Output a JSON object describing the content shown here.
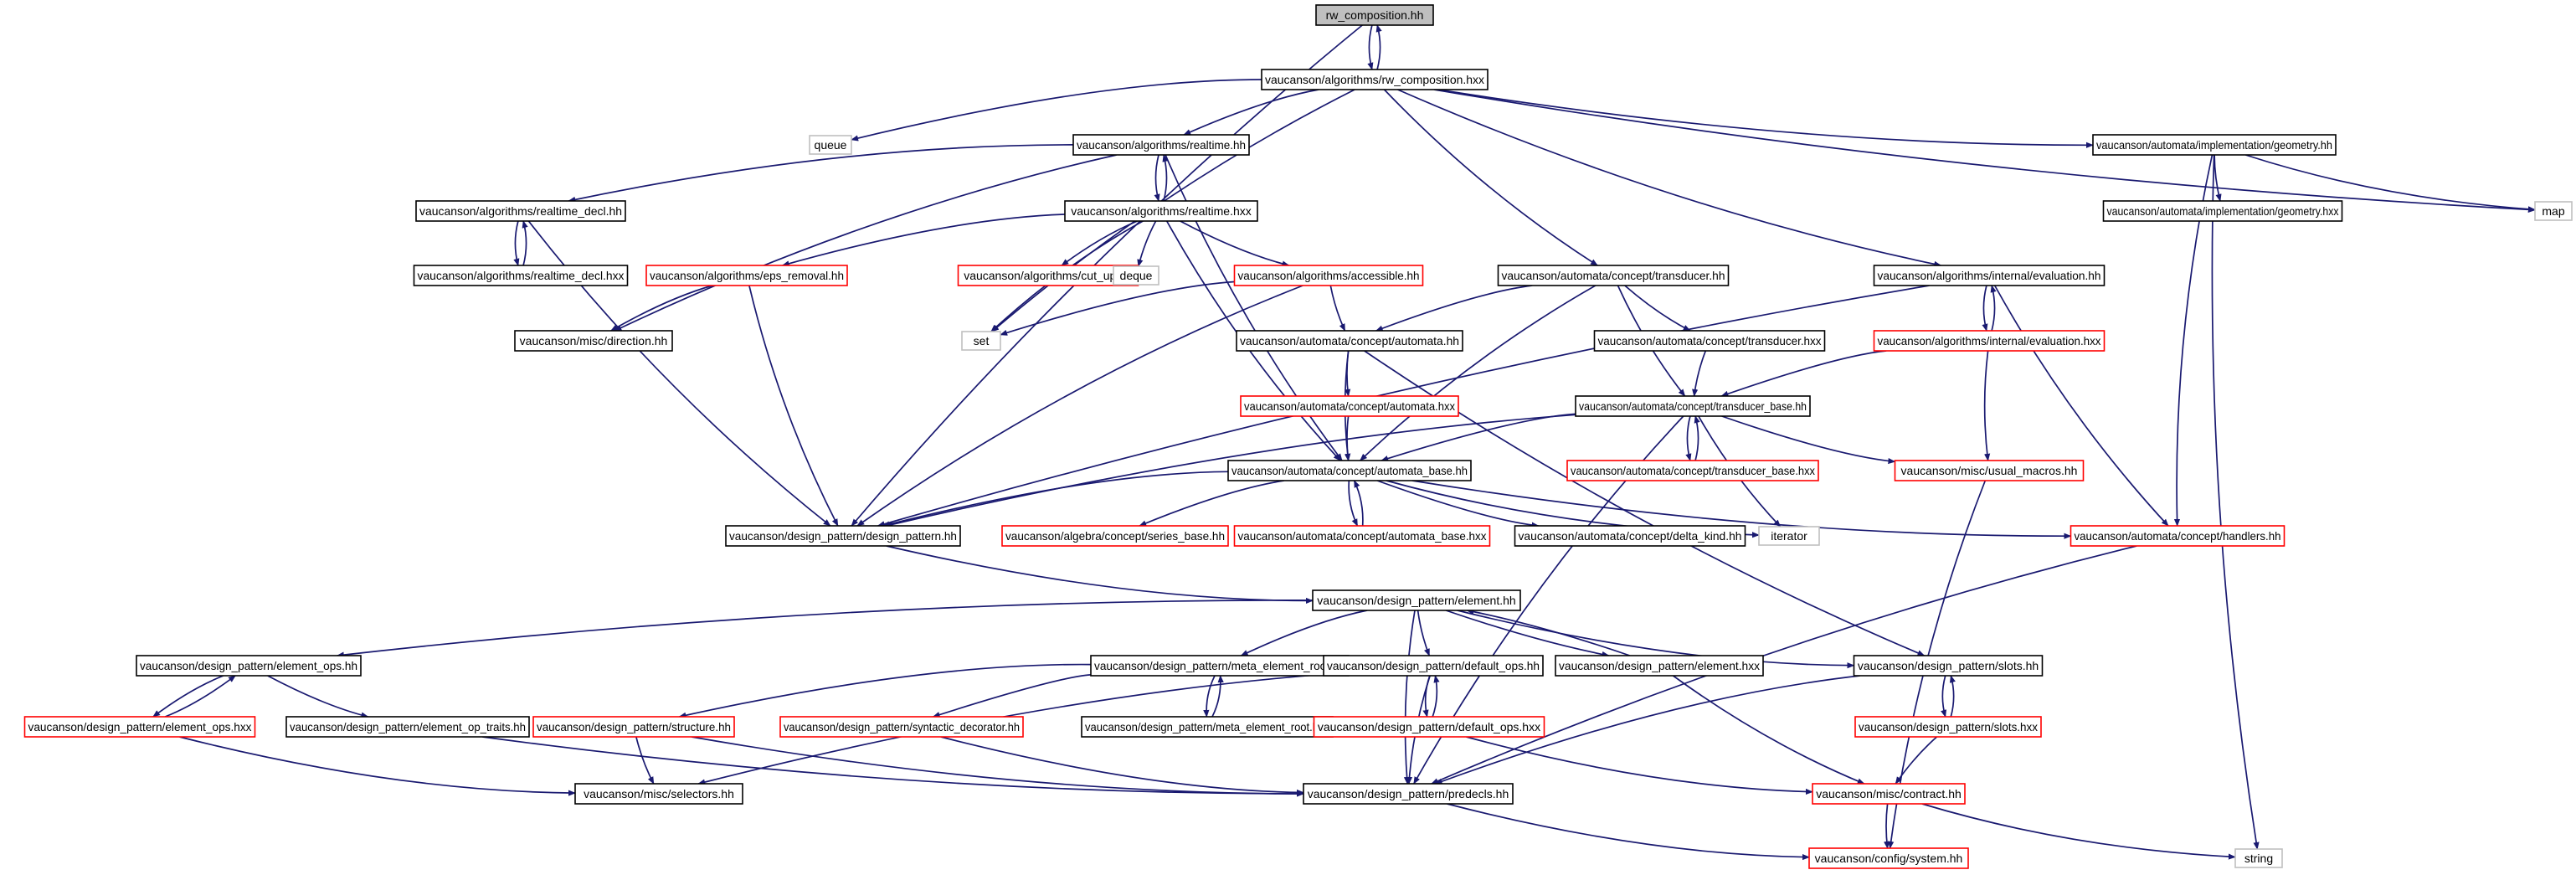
{
  "theme": {
    "edge_color": "#191970",
    "node_stroke_default": "#000000",
    "node_stroke_undocumented": "#ff0000",
    "node_stroke_external": "#bfbfbf",
    "root_fill": "#bfbfbf",
    "text_color": "#000000"
  },
  "nodes": [
    {
      "id": "n1",
      "label": "rw_composition.hh",
      "kind": "root"
    },
    {
      "id": "n2",
      "label": "vaucanson/algorithms/rw_composition.hxx",
      "kind": "default"
    },
    {
      "id": "n3",
      "label": "queue",
      "kind": "external"
    },
    {
      "id": "n4",
      "label": "vaucanson/algorithms/realtime.hh",
      "kind": "default"
    },
    {
      "id": "n5",
      "label": "vaucanson/automata/implementation/geometry.hh",
      "kind": "default"
    },
    {
      "id": "n6",
      "label": "map",
      "kind": "external"
    },
    {
      "id": "n7",
      "label": "vaucanson/algorithms/realtime_decl.hh",
      "kind": "default"
    },
    {
      "id": "n8",
      "label": "vaucanson/algorithms/realtime.hxx",
      "kind": "default"
    },
    {
      "id": "n9",
      "label": "vaucanson/automata/implementation/geometry.hxx",
      "kind": "default"
    },
    {
      "id": "n10",
      "label": "vaucanson/algorithms/realtime_decl.hxx",
      "kind": "default"
    },
    {
      "id": "n11",
      "label": "vaucanson/algorithms/eps_removal.hh",
      "kind": "undocumented"
    },
    {
      "id": "n12",
      "label": "vaucanson/algorithms/cut_up.hh",
      "kind": "undocumented"
    },
    {
      "id": "n13",
      "label": "deque",
      "kind": "external"
    },
    {
      "id": "n14",
      "label": "vaucanson/algorithms/accessible.hh",
      "kind": "undocumented"
    },
    {
      "id": "n15",
      "label": "vaucanson/automata/concept/transducer.hh",
      "kind": "default"
    },
    {
      "id": "n16",
      "label": "vaucanson/algorithms/internal/evaluation.hh",
      "kind": "default"
    },
    {
      "id": "n17",
      "label": "vaucanson/misc/direction.hh",
      "kind": "default"
    },
    {
      "id": "n18",
      "label": "set",
      "kind": "external"
    },
    {
      "id": "n19",
      "label": "vaucanson/automata/concept/automata.hh",
      "kind": "default"
    },
    {
      "id": "n20",
      "label": "vaucanson/automata/concept/transducer.hxx",
      "kind": "default"
    },
    {
      "id": "n21",
      "label": "vaucanson/algorithms/internal/evaluation.hxx",
      "kind": "undocumented"
    },
    {
      "id": "n22",
      "label": "vaucanson/automata/concept/automata.hxx",
      "kind": "undocumented"
    },
    {
      "id": "n23",
      "label": "vaucanson/automata/concept/transducer_base.hh",
      "kind": "default"
    },
    {
      "id": "n24",
      "label": "vaucanson/automata/concept/transducer_base.hxx",
      "kind": "undocumented"
    },
    {
      "id": "n25",
      "label": "vaucanson/misc/usual_macros.hh",
      "kind": "undocumented"
    },
    {
      "id": "n26",
      "label": "vaucanson/automata/concept/automata_base.hh",
      "kind": "default"
    },
    {
      "id": "n27",
      "label": "vaucanson/design_pattern/design_pattern.hh",
      "kind": "default"
    },
    {
      "id": "n28",
      "label": "vaucanson/algebra/concept/series_base.hh",
      "kind": "undocumented"
    },
    {
      "id": "n29",
      "label": "vaucanson/automata/concept/automata_base.hxx",
      "kind": "undocumented"
    },
    {
      "id": "n30",
      "label": "vaucanson/automata/concept/delta_kind.hh",
      "kind": "default"
    },
    {
      "id": "n31",
      "label": "iterator",
      "kind": "external"
    },
    {
      "id": "n32",
      "label": "vaucanson/automata/concept/handlers.hh",
      "kind": "undocumented"
    },
    {
      "id": "n33",
      "label": "vaucanson/design_pattern/element.hh",
      "kind": "default"
    },
    {
      "id": "n34",
      "label": "vaucanson/design_pattern/element_ops.hh",
      "kind": "default"
    },
    {
      "id": "n35",
      "label": "vaucanson/design_pattern/meta_element_root.hh",
      "kind": "default"
    },
    {
      "id": "n36",
      "label": "vaucanson/design_pattern/default_ops.hh",
      "kind": "default"
    },
    {
      "id": "n37",
      "label": "vaucanson/design_pattern/element.hxx",
      "kind": "default"
    },
    {
      "id": "n38",
      "label": "vaucanson/design_pattern/slots.hh",
      "kind": "default"
    },
    {
      "id": "n39",
      "label": "vaucanson/design_pattern/element_ops.hxx",
      "kind": "undocumented"
    },
    {
      "id": "n40",
      "label": "vaucanson/design_pattern/element_op_traits.hh",
      "kind": "default"
    },
    {
      "id": "n41",
      "label": "vaucanson/design_pattern/structure.hh",
      "kind": "undocumented"
    },
    {
      "id": "n42",
      "label": "vaucanson/design_pattern/syntactic_decorator.hh",
      "kind": "undocumented"
    },
    {
      "id": "n43",
      "label": "vaucanson/design_pattern/meta_element_root.hxx",
      "kind": "default"
    },
    {
      "id": "n44",
      "label": "vaucanson/design_pattern/default_ops.hxx",
      "kind": "undocumented"
    },
    {
      "id": "n45",
      "label": "vaucanson/design_pattern/slots.hxx",
      "kind": "undocumented"
    },
    {
      "id": "n46",
      "label": "vaucanson/misc/selectors.hh",
      "kind": "default"
    },
    {
      "id": "n47",
      "label": "vaucanson/design_pattern/predecls.hh",
      "kind": "default"
    },
    {
      "id": "n48",
      "label": "vaucanson/misc/contract.hh",
      "kind": "undocumented"
    },
    {
      "id": "n49",
      "label": "string",
      "kind": "external"
    },
    {
      "id": "n50",
      "label": "vaucanson/config/system.hh",
      "kind": "undocumented"
    }
  ],
  "edges": [
    [
      "n1",
      "n2"
    ],
    [
      "n2",
      "n1"
    ],
    [
      "n1",
      "n27"
    ],
    [
      "n2",
      "n3"
    ],
    [
      "n2",
      "n4"
    ],
    [
      "n2",
      "n18"
    ],
    [
      "n2",
      "n15"
    ],
    [
      "n2",
      "n16"
    ],
    [
      "n2",
      "n5"
    ],
    [
      "n2",
      "n6"
    ],
    [
      "n4",
      "n7"
    ],
    [
      "n4",
      "n8"
    ],
    [
      "n4",
      "n17"
    ],
    [
      "n4",
      "n26"
    ],
    [
      "n8",
      "n4"
    ],
    [
      "n8",
      "n11"
    ],
    [
      "n8",
      "n12"
    ],
    [
      "n8",
      "n13"
    ],
    [
      "n8",
      "n14"
    ],
    [
      "n8",
      "n18"
    ],
    [
      "n8",
      "n26"
    ],
    [
      "n7",
      "n10"
    ],
    [
      "n10",
      "n7"
    ],
    [
      "n7",
      "n27"
    ],
    [
      "n5",
      "n9"
    ],
    [
      "n5",
      "n6"
    ],
    [
      "n5",
      "n32"
    ],
    [
      "n5",
      "n49"
    ],
    [
      "n11",
      "n17"
    ],
    [
      "n11",
      "n27"
    ],
    [
      "n14",
      "n18"
    ],
    [
      "n14",
      "n19"
    ],
    [
      "n14",
      "n27"
    ],
    [
      "n15",
      "n19"
    ],
    [
      "n15",
      "n20"
    ],
    [
      "n15",
      "n23"
    ],
    [
      "n15",
      "n26"
    ],
    [
      "n16",
      "n21"
    ],
    [
      "n21",
      "n16"
    ],
    [
      "n16",
      "n32"
    ],
    [
      "n16",
      "n27"
    ],
    [
      "n21",
      "n23"
    ],
    [
      "n21",
      "n25"
    ],
    [
      "n19",
      "n22"
    ],
    [
      "n19",
      "n26"
    ],
    [
      "n19",
      "n38"
    ],
    [
      "n20",
      "n23"
    ],
    [
      "n22",
      "n26"
    ],
    [
      "n23",
      "n24"
    ],
    [
      "n24",
      "n23"
    ],
    [
      "n23",
      "n26"
    ],
    [
      "n23",
      "n25"
    ],
    [
      "n23",
      "n31"
    ],
    [
      "n23",
      "n47"
    ],
    [
      "n23",
      "n27"
    ],
    [
      "n25",
      "n50"
    ],
    [
      "n26",
      "n27"
    ],
    [
      "n26",
      "n28"
    ],
    [
      "n26",
      "n29"
    ],
    [
      "n29",
      "n26"
    ],
    [
      "n26",
      "n30"
    ],
    [
      "n26",
      "n31"
    ],
    [
      "n26",
      "n32"
    ],
    [
      "n32",
      "n47"
    ],
    [
      "n27",
      "n33"
    ],
    [
      "n33",
      "n34"
    ],
    [
      "n33",
      "n35"
    ],
    [
      "n33",
      "n36"
    ],
    [
      "n33",
      "n37"
    ],
    [
      "n37",
      "n33"
    ],
    [
      "n33",
      "n38"
    ],
    [
      "n33",
      "n47"
    ],
    [
      "n34",
      "n39"
    ],
    [
      "n39",
      "n34"
    ],
    [
      "n34",
      "n40"
    ],
    [
      "n39",
      "n46"
    ],
    [
      "n40",
      "n47"
    ],
    [
      "n35",
      "n41"
    ],
    [
      "n35",
      "n42"
    ],
    [
      "n35",
      "n43"
    ],
    [
      "n43",
      "n35"
    ],
    [
      "n41",
      "n46"
    ],
    [
      "n41",
      "n47"
    ],
    [
      "n42",
      "n47"
    ],
    [
      "n36",
      "n44"
    ],
    [
      "n44",
      "n36"
    ],
    [
      "n36",
      "n46"
    ],
    [
      "n36",
      "n47"
    ],
    [
      "n44",
      "n48"
    ],
    [
      "n37",
      "n48"
    ],
    [
      "n38",
      "n45"
    ],
    [
      "n45",
      "n38"
    ],
    [
      "n38",
      "n47"
    ],
    [
      "n45",
      "n48"
    ],
    [
      "n48",
      "n50"
    ],
    [
      "n48",
      "n49"
    ],
    [
      "n47",
      "n50"
    ]
  ]
}
